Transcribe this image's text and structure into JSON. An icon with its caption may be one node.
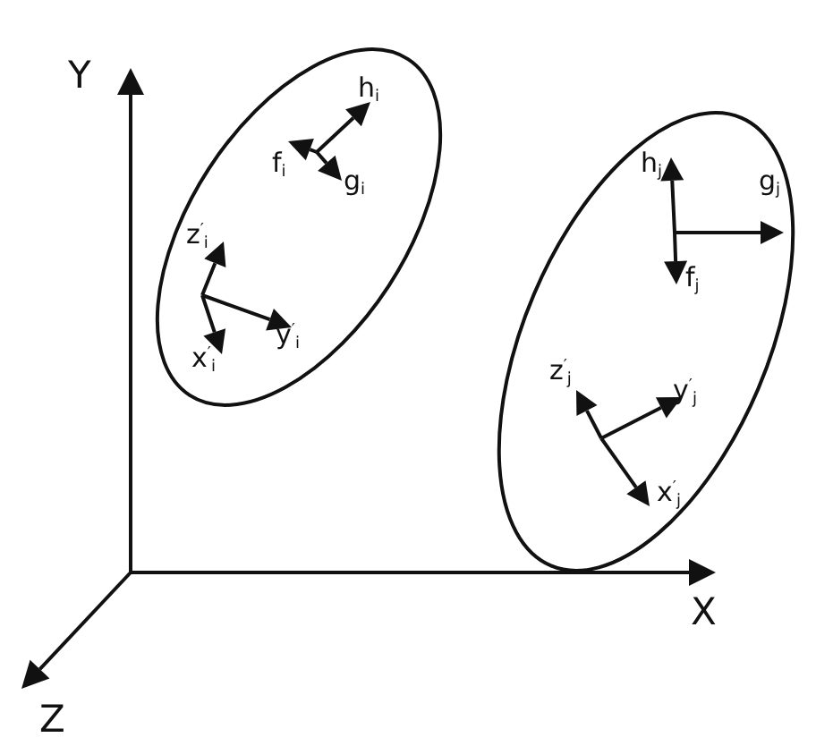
{
  "diagram": {
    "nodes": [
      {
        "text": [],
        "shape": "ellipse"
      },
      {
        "text": [],
        "shape": "ellipse"
      }
    ],
    "labels": [
      "Y",
      "h$_{i}$",
      "f$_{i}$",
      "g$_{i}$",
      "z$^{′}$$_{i}$",
      "y$^{′}$$_{i}$",
      "x$^{′}$$_{i}$",
      "h$_{j}$",
      "g$_{j}$",
      "f$_{j}$",
      "z$^{′}$$_{j}$",
      "y$^{′}$$_{j}$",
      "x$^{′}$$_{j}$",
      "X",
      "Z"
    ]
  }
}
